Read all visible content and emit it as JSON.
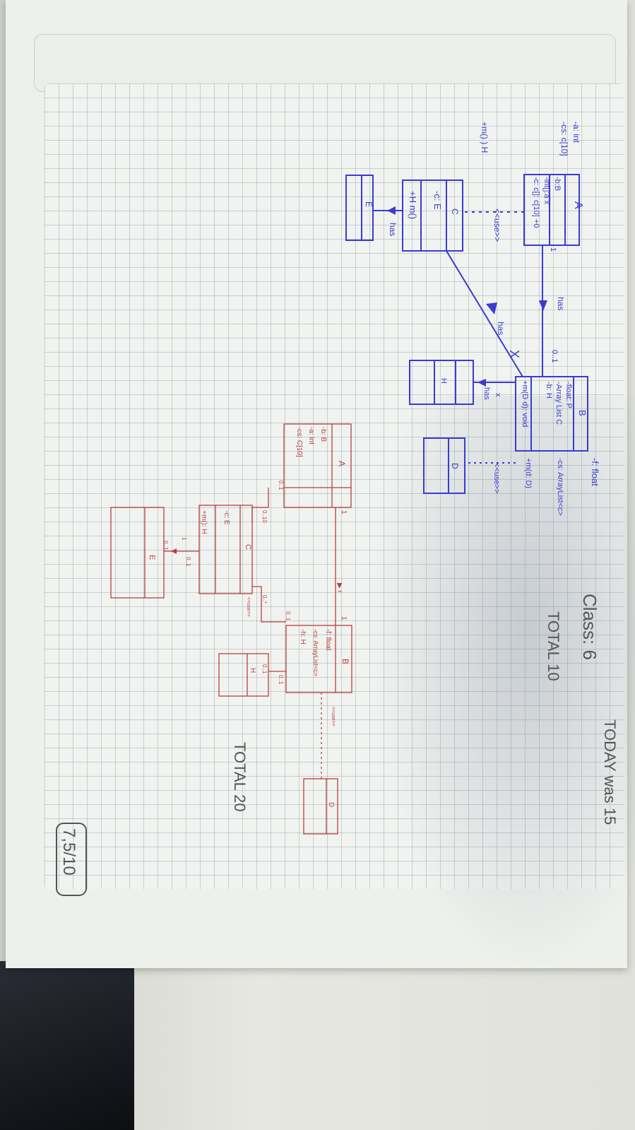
{
  "blue_diagram": {
    "class_a": {
      "name": "A",
      "attrs": [
        "-b:B",
        "-int[]:a x",
        "-c: c[]: c[10] +0"
      ]
    },
    "margin_notes": [
      "-a: int",
      "-cs: c[10]",
      "+m() ) H"
    ],
    "class_c": {
      "name": "C",
      "attrs": [
        "-c: E",
        "+H m()"
      ]
    },
    "class_e": {
      "name": "E"
    },
    "class_b": {
      "name": "B",
      "attrs": [
        "-float: P",
        "-Array List C",
        "-b: H",
        "+m(D d): void"
      ]
    },
    "class_h": {
      "name": "H"
    },
    "class_d": {
      "name": "D"
    },
    "labels": {
      "has1": "has",
      "has2": "has",
      "has3": "has",
      "has4": "has",
      "use1": "<<use>>",
      "use2": "<<use>>",
      "mult_a": "1",
      "mult_b": "0..1",
      "x1": "X",
      "x2": "x"
    },
    "corrections": [
      "-f: float",
      "-cs: ArrayList<c>",
      "+m(d: D)"
    ]
  },
  "red_diagram": {
    "class_a": {
      "name": "A",
      "attrs": [
        "-b: B",
        "-a: int",
        "-cs: C[10]"
      ]
    },
    "class_b": {
      "name": "B",
      "attrs": [
        "-f: float",
        "-cs: ArrayList<c>",
        "-h: H"
      ]
    },
    "class_c": {
      "name": "C",
      "attrs": [
        "-c: E",
        "+m(): H"
      ]
    },
    "class_e": {
      "name": "E"
    },
    "class_h": {
      "name": "H"
    },
    "class_d": {
      "name": "D"
    },
    "mults": [
      "1",
      "1",
      "0..1",
      "0..10",
      "0..1",
      "0..*",
      "0..1",
      "0..1",
      "0..1",
      "0..1",
      "1"
    ],
    "stereotypes": [
      "<<use>>",
      "<<use>>"
    ],
    "arrow_label": "▶ r"
  },
  "grading": {
    "line1": "Class: 6",
    "line2": "TOTAL 10",
    "line3": "TOTAL 20",
    "line4": "TODAY was 15",
    "score": "7,5/10"
  },
  "colors": {
    "blue_ink": "#3b3bd0",
    "red_ink": "#b84040",
    "paper": "#eef0ec"
  }
}
